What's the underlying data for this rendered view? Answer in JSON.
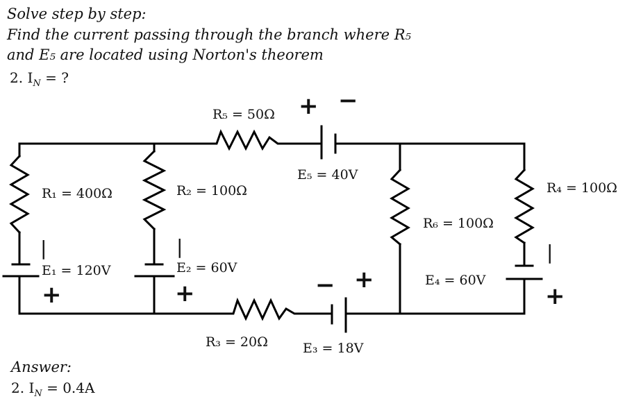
{
  "problem": {
    "line1": "Solve step by step:",
    "line2": "Find the current passing through the branch where R₅",
    "line3": "and E₅ are located using Norton's theorem",
    "question": "2. I",
    "question_sub": "N",
    "question_tail": " = ?"
  },
  "labels": {
    "r5": "R₅ = 50Ω",
    "e5": "E₅ = 40V",
    "r1": "R₁ = 400Ω",
    "r2": "R₂ = 100Ω",
    "r4": "R₄ = 100Ω",
    "r6": "R₆ = 100Ω",
    "e1": "E₁ = 120V",
    "e2": "E₂ = 60V",
    "e4": "E₄ = 60V",
    "r3": "R₃ = 20Ω",
    "e3": "E₃ = 18V"
  },
  "polarity": {
    "plus": "+",
    "minus": "−",
    "bar": "|"
  },
  "answer": {
    "title": "Answer:",
    "value": "2. I",
    "value_sub": "N",
    "value_tail": " = 0.4A"
  }
}
